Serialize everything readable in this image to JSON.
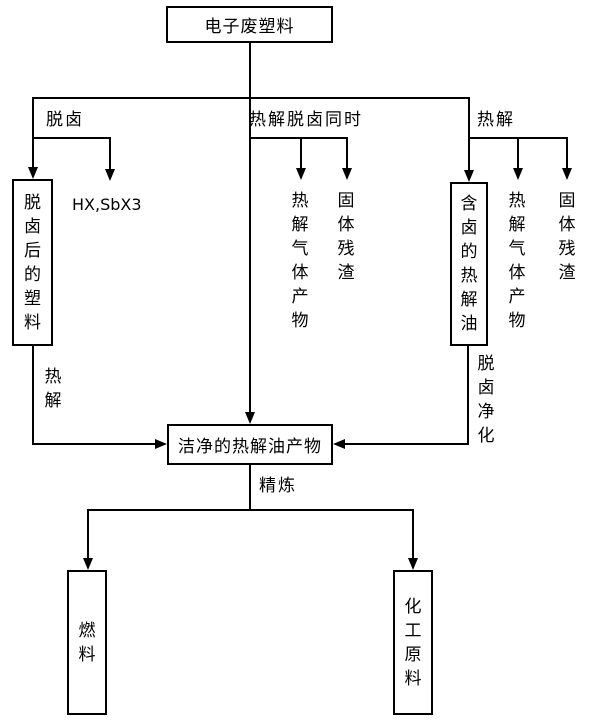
{
  "colors": {
    "line": "#000000",
    "background": "#ffffff",
    "text": "#000000"
  },
  "flowchart": {
    "source_box": "电子废塑料",
    "branches": {
      "left": {
        "label": "脱卤",
        "byproduct": "HX,SbX3",
        "result_box": "脱卤后的塑料",
        "next_step": "热解"
      },
      "middle": {
        "label": "热解脱卤同时",
        "outputs": [
          "热解气体产物",
          "固体残渣"
        ]
      },
      "right": {
        "label": "热解",
        "result_box": "含卤的热解油",
        "outputs": [
          "热解气体产物",
          "固体残渣"
        ],
        "next_step": "脱卤净化"
      }
    },
    "center_box": "洁净的热解油产物",
    "refine_label": "精炼",
    "final_products": [
      "燃料",
      "化工原料"
    ]
  }
}
